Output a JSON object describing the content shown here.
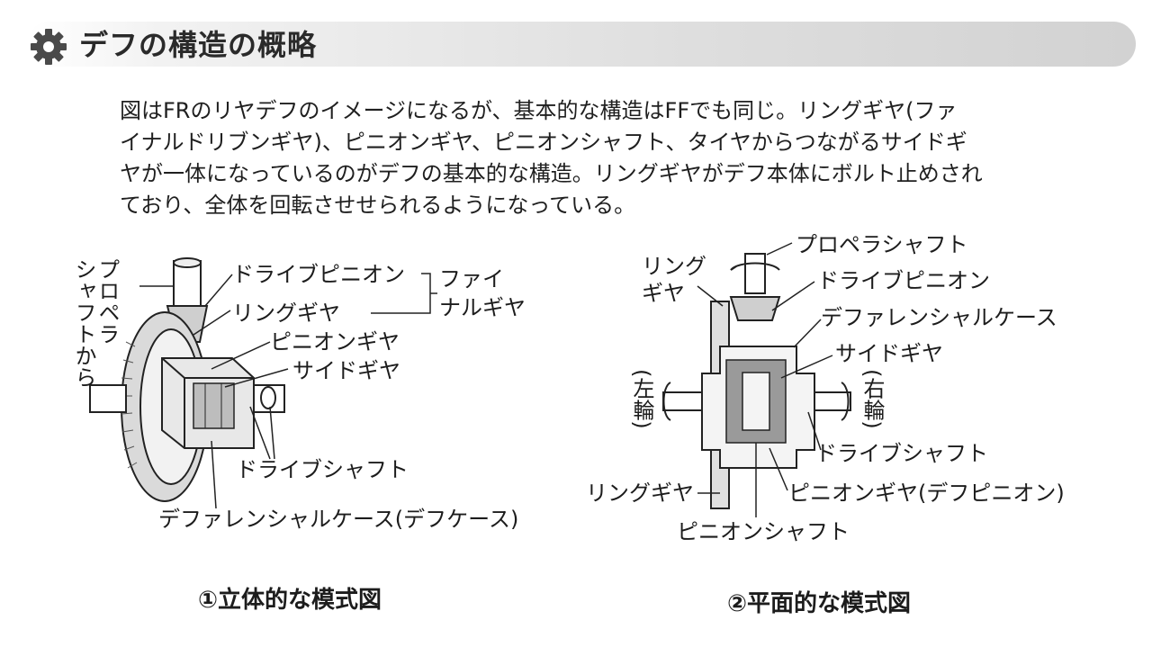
{
  "header": {
    "title": "デフの構造の概略",
    "icon": "gear-icon"
  },
  "intro": {
    "lines": [
      "図はFRのリヤデフのイメージになるが、基本的な構造はFFでも同じ。リングギヤ(ファ",
      "イナルドリブンギヤ)、ピニオンギヤ、ピニオンシャフト、タイヤからつながるサイドギ",
      "ヤが一体になっているのがデフの基本的な構造。リングギヤがデフ本体にボルト止めされ",
      "ており、全体を回転させせられるようになっている。"
    ]
  },
  "figure1": {
    "caption": "①立体的な模式図",
    "vertical_from_propeller": {
      "col1": "プロペラ",
      "col2": "シャフトから"
    },
    "labels": {
      "drive_pinion": "ドライブピニオン",
      "final_gear_line1": "ファイ",
      "final_gear_line2": "ナルギヤ",
      "ring_gear": "リングギヤ",
      "pinion_gear": "ピニオンギヤ",
      "side_gear": "サイドギヤ",
      "drive_shaft": "ドライブシャフト",
      "diff_case": "デファレンシャルケース(デフケース)"
    }
  },
  "figure2": {
    "caption": "②平面的な模式図",
    "labels": {
      "propeller_shaft": "プロペラシャフト",
      "ring_gear_top_line1": "リング",
      "ring_gear_top_line2": "ギヤ",
      "drive_pinion": "ドライブピニオン",
      "diff_case": "デファレンシャルケース",
      "side_gear": "サイドギヤ",
      "left_wheel": "(左輪)",
      "right_wheel": "(右輪)",
      "drive_shaft": "ドライブシャフト",
      "ring_gear_bottom": "リングギヤ",
      "pinion_gear": "ピニオンギヤ(デフピニオン)",
      "pinion_shaft": "ピニオンシャフト"
    }
  }
}
